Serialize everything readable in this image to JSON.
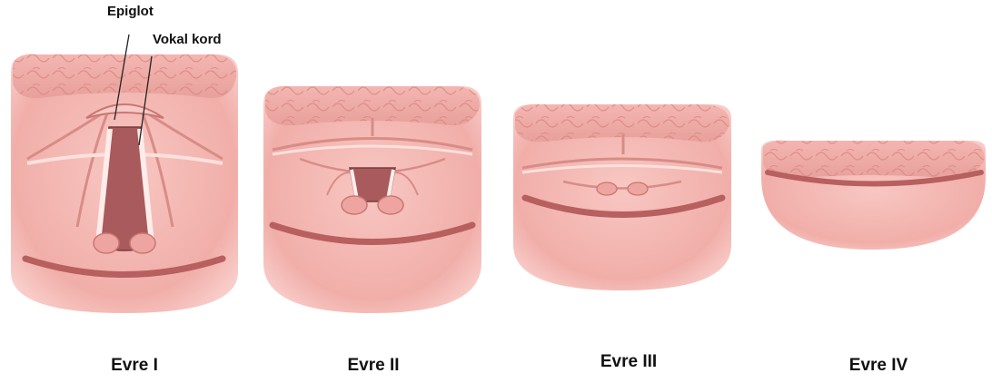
{
  "callouts": {
    "epiglottis": "Epiglot",
    "vocal_cord": "Vokal kord"
  },
  "stages": [
    {
      "label": "Evre I"
    },
    {
      "label": "Evre II"
    },
    {
      "label": "Evre III"
    },
    {
      "label": "Evre IV"
    }
  ],
  "colors": {
    "tissue": "#f2b2ae",
    "tissue_light": "#fad6d2",
    "tongue": "#eda6a2",
    "tongue_texture": "#d98681",
    "shadow": "#b85f5f",
    "airway": "#a95a5c",
    "cord": "#fdecea",
    "leader": "#222222"
  }
}
